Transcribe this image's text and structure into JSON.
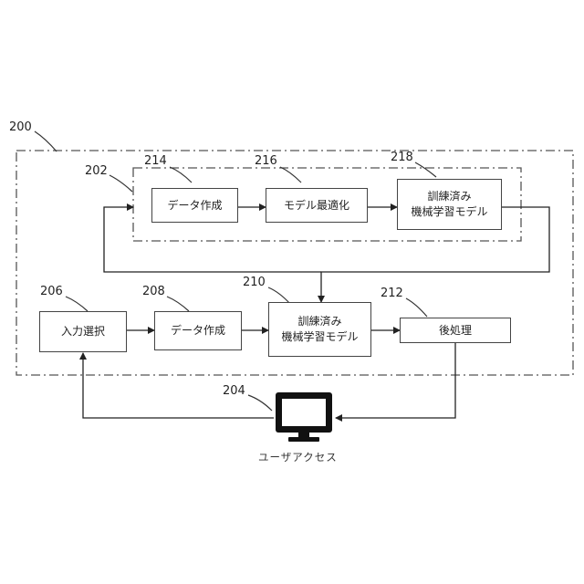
{
  "refs": {
    "outer": "200",
    "training": "202",
    "user": "204",
    "input_select": "206",
    "data_create_bottom": "208",
    "model_bottom": "210",
    "post_process": "212",
    "data_create_top": "214",
    "model_opt": "216",
    "model_top": "218"
  },
  "boxes": {
    "data_create_top": "データ作成",
    "model_opt": "モデル最適化",
    "model_top": "訓練済み\n機械学習モデル",
    "input_select": "入力選択",
    "data_create_bottom": "データ作成",
    "model_bottom": "訓練済み\n機械学習モデル",
    "post_process": "後処理"
  },
  "caption": {
    "user_access": "ユーザアクセス"
  },
  "icons": {
    "monitor": "monitor-icon"
  },
  "colors": {
    "line": "#444444",
    "background": "#ffffff"
  }
}
